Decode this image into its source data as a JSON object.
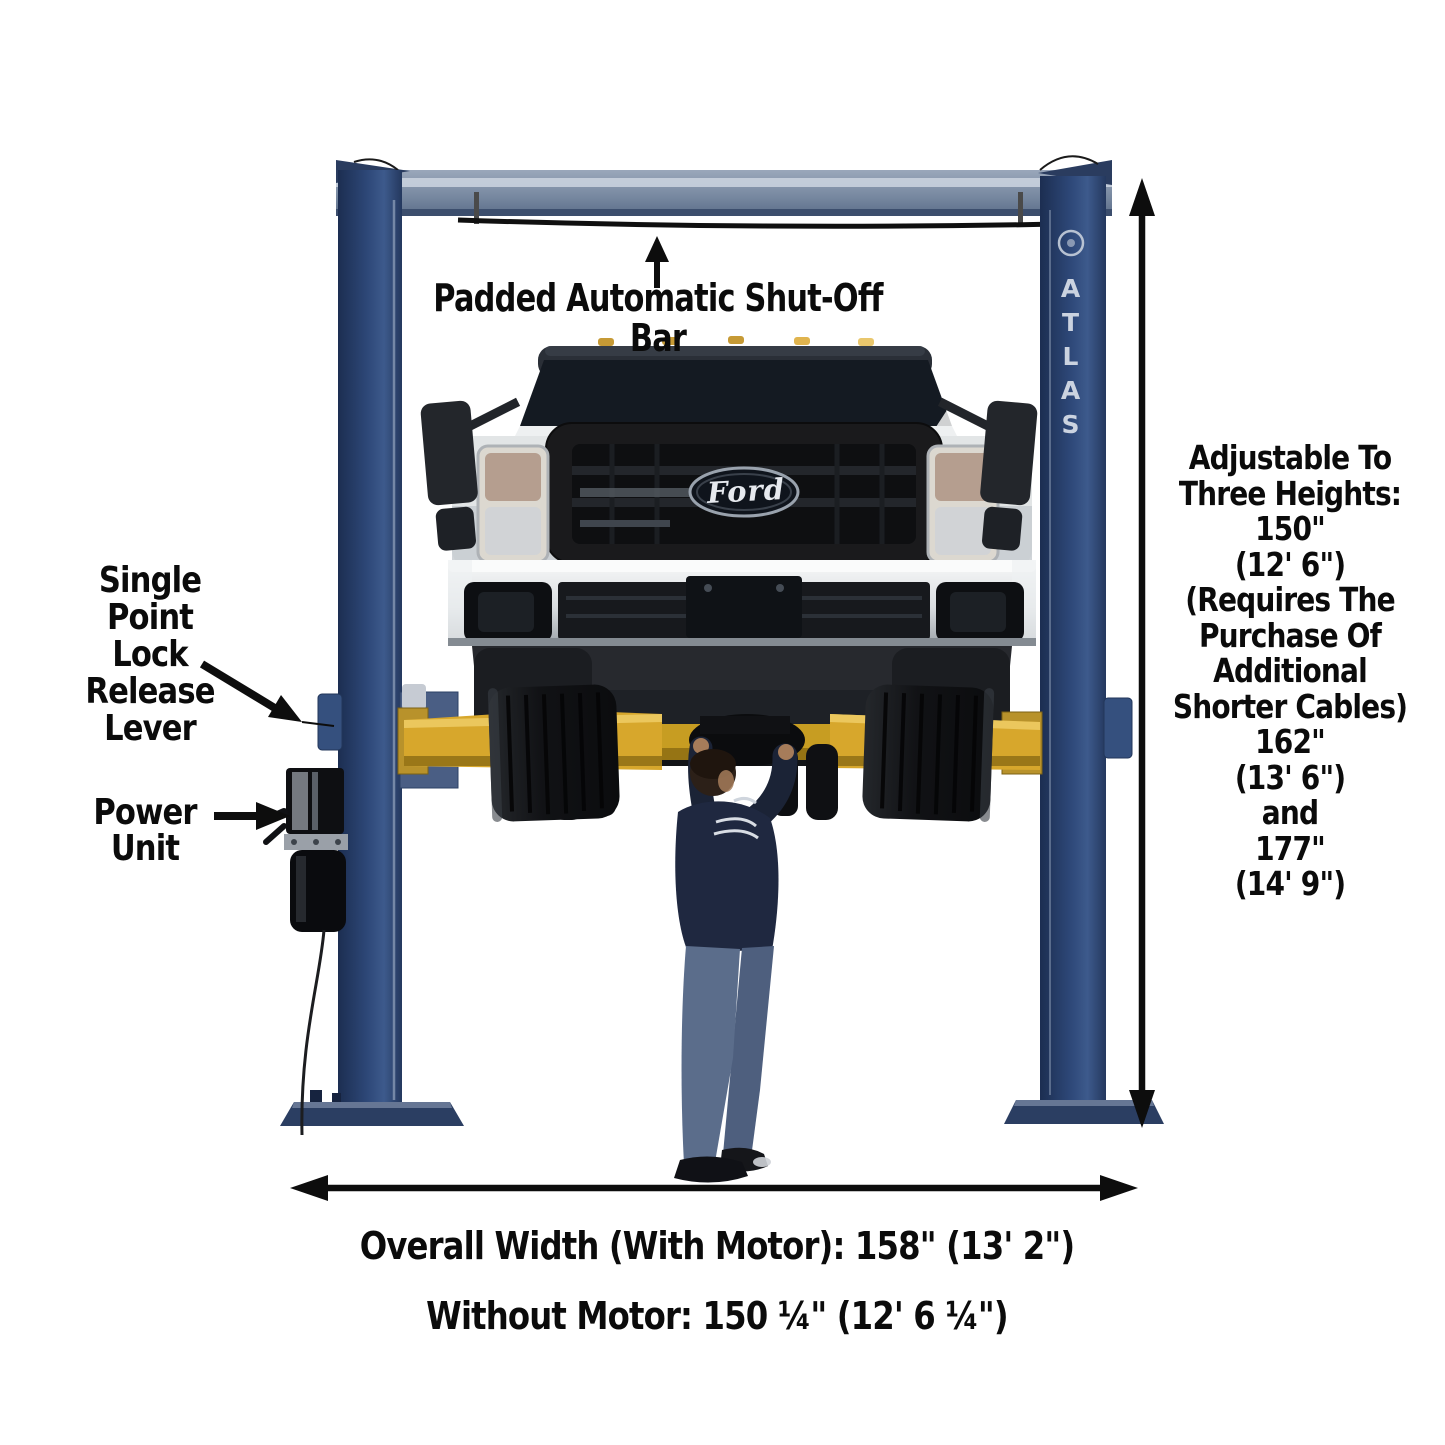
{
  "page": {
    "background": "#ffffff"
  },
  "branding": {
    "post_logo": "ATLAS",
    "truck_badge": "Ford"
  },
  "annotations": {
    "shutoff_bar": {
      "label": "Padded Automatic Shut-Off Bar"
    },
    "lock_release": {
      "label": "Single\nPoint\nLock\nRelease\nLever"
    },
    "power_unit": {
      "label": "Power\nUnit"
    },
    "heights": {
      "label": "Adjustable To\nThree Heights:\n150\"\n(12' 6\")\n(Requires The\nPurchase Of\nAdditional\nShorter Cables)\n162\"\n(13' 6\")\nand\n177\"\n(14' 9\")"
    },
    "width": {
      "line1": "Overall Width (With Motor): 158\" (13' 2\")",
      "line2": "Without Motor: 150 ¼\" (12' 6 ¼\")"
    }
  },
  "colors": {
    "post_blue": "#2d4777",
    "beam_gray": "#76879f",
    "arm_yellow": "#d7a72c",
    "annotation_black": "#0b0b0b",
    "atlas_text": "#d4dbe6"
  }
}
